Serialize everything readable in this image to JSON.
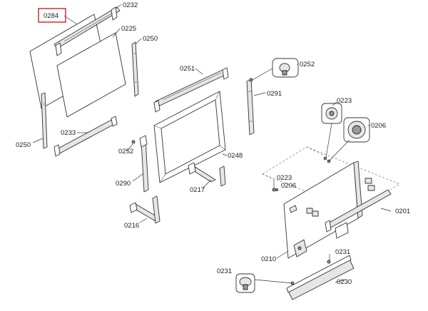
{
  "labels": {
    "l0284": "0284",
    "l0232": "0232",
    "l0225": "0225",
    "l0250a": "0250",
    "l0250b": "0250",
    "l0233": "0233",
    "l0252a": "0252",
    "l0290": "0290",
    "l0251": "0251",
    "l0248": "0248",
    "l0217": "0217",
    "l0216": "0216",
    "l0252b": "0252",
    "l0291": "0291",
    "l0223a": "0223",
    "l0206a": "0206",
    "l0223b": "0223",
    "l0206b": "0206",
    "l0201": "0201",
    "l0210": "0210",
    "l0231a": "0231",
    "l0231b": "0231",
    "l0230": "0230"
  },
  "colors": {
    "highlight": "#cc2222",
    "line": "#333333",
    "fill_light": "#e6e6e6",
    "fill_dark": "#9a9a9a"
  }
}
